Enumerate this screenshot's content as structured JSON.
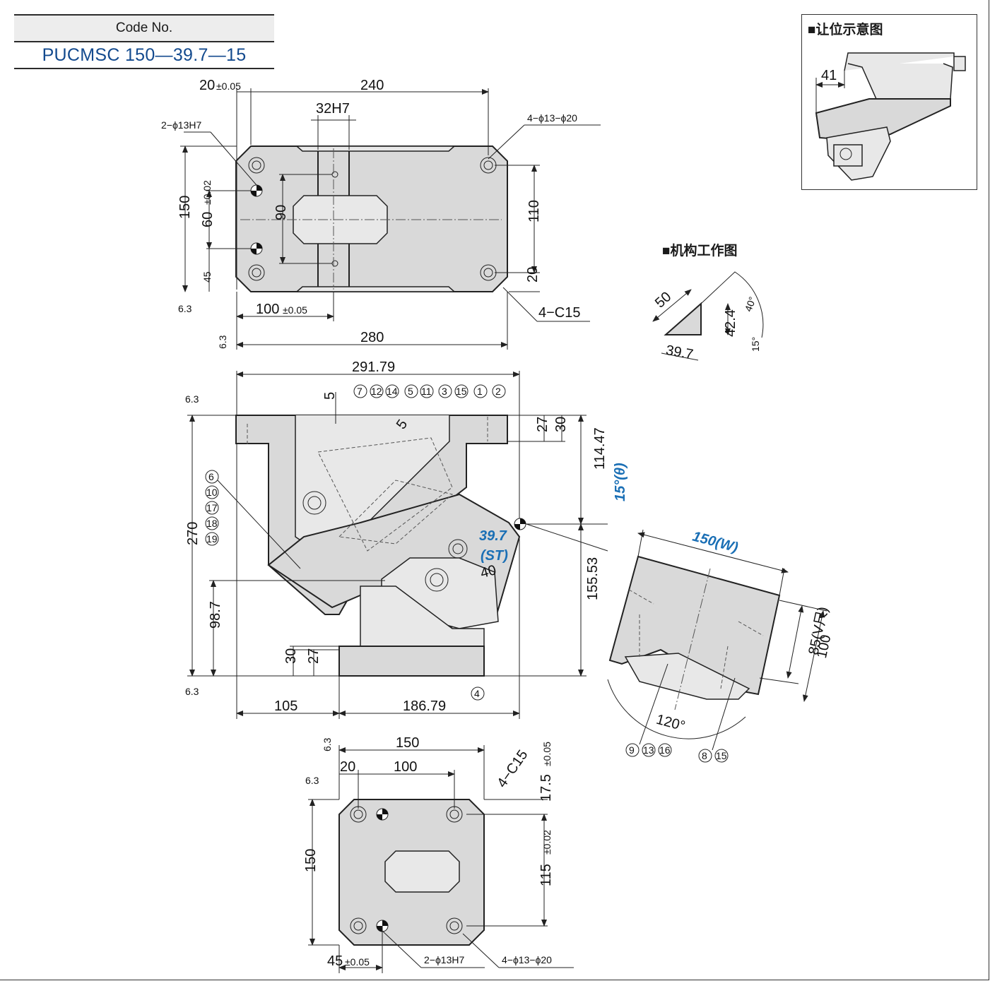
{
  "header": {
    "code_label": "Code No.",
    "code_value": "PUCMSC 150—39.7—15"
  },
  "inset": {
    "title": "■让位示意图",
    "dim_41": "41"
  },
  "mechanism": {
    "title": "■机构工作图",
    "dim_50": "50",
    "dim_42_4": "42.4",
    "dim_39_7": "39.7",
    "angle_40": "40°",
    "angle_15": "15°"
  },
  "top_view": {
    "dim_20": "20",
    "tol_005": "±0.05",
    "dim_240": "240",
    "dim_32h7": "32H7",
    "hole_2_13h7": "2−ϕ13H7",
    "hole_4_13_20": "4−ϕ13−ϕ20",
    "dim_150": "150",
    "dim_60": "60",
    "tol_002": "±0.02",
    "dim_90": "90",
    "dim_45": "45",
    "dim_110": "110",
    "dim_20b": "20",
    "dim_100": "100",
    "chamfer": "4−C15",
    "dim_280": "280",
    "rough": "6.3"
  },
  "side_view": {
    "dim_291_79": "291.79",
    "dim_5": "5",
    "dim_5b": "5",
    "balloons_top": [
      "7",
      "12",
      "14",
      "5",
      "11",
      "3",
      "15",
      "1",
      "2"
    ],
    "balloons_left": [
      "6",
      "10",
      "17",
      "18",
      "19"
    ],
    "balloon_4": "4",
    "dim_27": "27",
    "dim_30": "30",
    "dim_114_47": "114.47",
    "angle_15": "15°(θ)",
    "st_value": "39.7",
    "st_label": "(ST)",
    "dim_40": "40",
    "dim_270": "270",
    "dim_98_7": "98.7",
    "dim_155_53": "155.53",
    "dim_30b": "30",
    "dim_27b": "27",
    "dim_105": "105",
    "dim_186_79": "186.79",
    "rough": "6.3"
  },
  "end_view": {
    "w_label": "150(W)",
    "v_label": "85(V尺)",
    "dim_100": "100",
    "angle_120": "120°",
    "balloons_a": [
      "9",
      "13",
      "16"
    ],
    "balloons_b": [
      "8",
      "15"
    ]
  },
  "bottom_view": {
    "dim_150": "150",
    "dim_20": "20",
    "dim_100": "100",
    "chamfer": "4−C15",
    "dim_17_5": "17.5",
    "tol_005": "±0.05",
    "dim_150v": "150",
    "dim_115": "115",
    "tol_002": "±0.02",
    "dim_45": "45",
    "tol_005b": "±0.05",
    "hole_2_13h7": "2−ϕ13H7",
    "hole_4_13_20": "4−ϕ13−ϕ20",
    "rough": "6.3"
  }
}
